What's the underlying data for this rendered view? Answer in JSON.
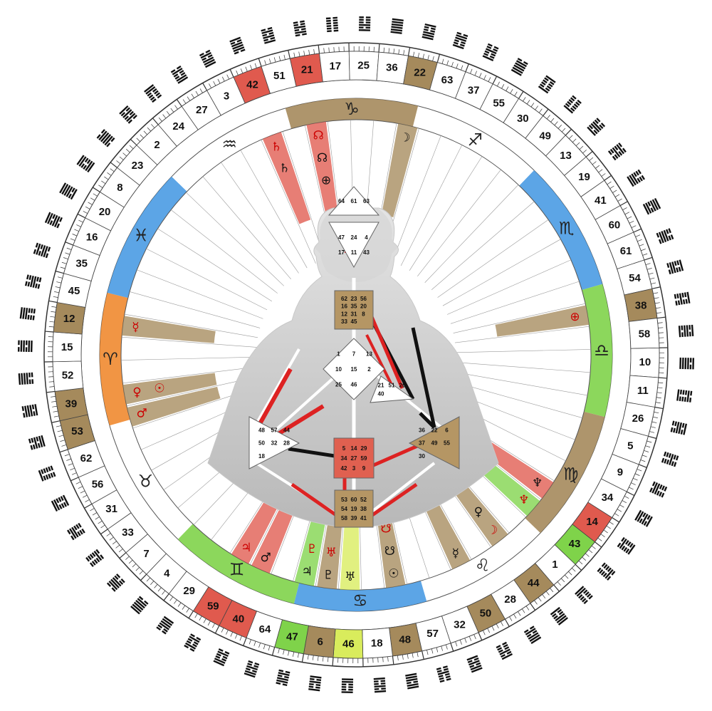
{
  "wheel": {
    "gates": [
      {
        "num": "10",
        "hl": ""
      },
      {
        "num": "11",
        "hl": ""
      },
      {
        "num": "26",
        "hl": ""
      },
      {
        "num": "5",
        "hl": ""
      },
      {
        "num": "9",
        "hl": ""
      },
      {
        "num": "34",
        "hl": ""
      },
      {
        "num": "14",
        "hl": "red"
      },
      {
        "num": "43",
        "hl": "green"
      },
      {
        "num": "1",
        "hl": ""
      },
      {
        "num": "44",
        "hl": "brown"
      },
      {
        "num": "28",
        "hl": ""
      },
      {
        "num": "50",
        "hl": "brown"
      },
      {
        "num": "32",
        "hl": ""
      },
      {
        "num": "57",
        "hl": ""
      },
      {
        "num": "48",
        "hl": "brown"
      },
      {
        "num": "18",
        "hl": ""
      },
      {
        "num": "46",
        "hl": "yellow"
      },
      {
        "num": "6",
        "hl": "brown"
      },
      {
        "num": "47",
        "hl": "green"
      },
      {
        "num": "64",
        "hl": ""
      },
      {
        "num": "40",
        "hl": "red"
      },
      {
        "num": "59",
        "hl": "red"
      },
      {
        "num": "29",
        "hl": ""
      },
      {
        "num": "4",
        "hl": ""
      },
      {
        "num": "7",
        "hl": ""
      },
      {
        "num": "33",
        "hl": ""
      },
      {
        "num": "31",
        "hl": ""
      },
      {
        "num": "56",
        "hl": ""
      },
      {
        "num": "62",
        "hl": ""
      },
      {
        "num": "53",
        "hl": "brown"
      },
      {
        "num": "39",
        "hl": "brown"
      },
      {
        "num": "52",
        "hl": ""
      },
      {
        "num": "15",
        "hl": ""
      },
      {
        "num": "12",
        "hl": "brown"
      },
      {
        "num": "45",
        "hl": ""
      },
      {
        "num": "35",
        "hl": ""
      },
      {
        "num": "16",
        "hl": ""
      },
      {
        "num": "20",
        "hl": ""
      },
      {
        "num": "8",
        "hl": ""
      },
      {
        "num": "23",
        "hl": ""
      },
      {
        "num": "2",
        "hl": ""
      },
      {
        "num": "24",
        "hl": ""
      },
      {
        "num": "27",
        "hl": ""
      },
      {
        "num": "3",
        "hl": ""
      },
      {
        "num": "42",
        "hl": "red"
      },
      {
        "num": "51",
        "hl": ""
      },
      {
        "num": "21",
        "hl": "red"
      },
      {
        "num": "17",
        "hl": ""
      },
      {
        "num": "25",
        "hl": ""
      },
      {
        "num": "36",
        "hl": ""
      },
      {
        "num": "22",
        "hl": "brown"
      },
      {
        "num": "63",
        "hl": ""
      },
      {
        "num": "37",
        "hl": ""
      },
      {
        "num": "55",
        "hl": ""
      },
      {
        "num": "30",
        "hl": ""
      },
      {
        "num": "49",
        "hl": ""
      },
      {
        "num": "13",
        "hl": ""
      },
      {
        "num": "19",
        "hl": ""
      },
      {
        "num": "41",
        "hl": ""
      },
      {
        "num": "60",
        "hl": ""
      },
      {
        "num": "61",
        "hl": ""
      },
      {
        "num": "54",
        "hl": ""
      },
      {
        "num": "38",
        "hl": "brown"
      },
      {
        "num": "58",
        "hl": ""
      }
    ],
    "zodiac": [
      {
        "symbol": "♑",
        "name": "capricorn",
        "color": "brown"
      },
      {
        "symbol": "♐",
        "name": "sagittarius",
        "color": ""
      },
      {
        "symbol": "♏",
        "name": "scorpio",
        "color": "blue"
      },
      {
        "symbol": "♎",
        "name": "libra",
        "color": "green"
      },
      {
        "symbol": "♍",
        "name": "virgo",
        "color": "brown"
      },
      {
        "symbol": "♌",
        "name": "leo",
        "color": ""
      },
      {
        "symbol": "♋",
        "name": "cancer",
        "color": "blue"
      },
      {
        "symbol": "♊",
        "name": "gemini",
        "color": "green"
      },
      {
        "symbol": "♉",
        "name": "taurus",
        "color": ""
      },
      {
        "symbol": "♈",
        "name": "aries",
        "color": "orange"
      },
      {
        "symbol": "♓",
        "name": "pisces",
        "color": "blue"
      },
      {
        "symbol": "♒",
        "name": "aquarius",
        "color": ""
      }
    ],
    "activations": [
      {
        "gate": "38",
        "color": "brown",
        "planets": [
          {
            "symbol": "⊕",
            "color": "#cc0000"
          }
        ]
      },
      {
        "gate": "14",
        "color": "red",
        "planets": [
          {
            "symbol": "♆",
            "color": "#111111"
          }
        ]
      },
      {
        "gate": "43",
        "color": "green",
        "planets": [
          {
            "symbol": "♆",
            "color": "#cc0000"
          }
        ]
      },
      {
        "gate": "44",
        "color": "brown",
        "planets": [
          {
            "symbol": "☽",
            "color": "#cc0000"
          },
          {
            "symbol": "♀",
            "color": "#111111"
          }
        ]
      },
      {
        "gate": "50",
        "color": "brown",
        "planets": [
          {
            "symbol": "☿",
            "color": "#111111"
          }
        ]
      },
      {
        "gate": "48",
        "color": "brown",
        "planets": [
          {
            "symbol": "☉",
            "color": "#111111"
          },
          {
            "symbol": "☋",
            "color": "#111111"
          },
          {
            "symbol": "☋",
            "color": "#cc0000"
          }
        ]
      },
      {
        "gate": "46",
        "color": "yellow",
        "planets": [
          {
            "symbol": "♅",
            "color": "#111111"
          }
        ]
      },
      {
        "gate": "6",
        "color": "brown",
        "planets": [
          {
            "symbol": "♇",
            "color": "#111111"
          },
          {
            "symbol": "♅",
            "color": "#cc0000"
          }
        ]
      },
      {
        "gate": "47",
        "color": "green",
        "planets": [
          {
            "symbol": "♃",
            "color": "#111111"
          },
          {
            "symbol": "♇",
            "color": "#cc0000"
          }
        ]
      },
      {
        "gate": "40",
        "color": "red",
        "planets": [
          {
            "symbol": "♂",
            "color": "#111111"
          }
        ]
      },
      {
        "gate": "59",
        "color": "red",
        "planets": [
          {
            "symbol": "♃",
            "color": "#cc0000"
          }
        ]
      },
      {
        "gate": "39",
        "color": "brown",
        "planets": [
          {
            "symbol": "♀",
            "color": "#cc0000"
          },
          {
            "symbol": "☉",
            "color": "#cc0000"
          }
        ]
      },
      {
        "gate": "53",
        "color": "brown",
        "planets": [
          {
            "symbol": "♂",
            "color": "#cc0000"
          }
        ]
      },
      {
        "gate": "12",
        "color": "brown",
        "planets": [
          {
            "symbol": "☿",
            "color": "#cc0000"
          }
        ]
      },
      {
        "gate": "42",
        "color": "red",
        "planets": [
          {
            "symbol": "♄",
            "color": "#cc0000"
          },
          {
            "symbol": "♄",
            "color": "#111111"
          }
        ]
      },
      {
        "gate": "21",
        "color": "red",
        "planets": [
          {
            "symbol": "☊",
            "color": "#cc0000"
          },
          {
            "symbol": "☊",
            "color": "#111111"
          },
          {
            "symbol": "⊕",
            "color": "#111111"
          }
        ]
      },
      {
        "gate": "22",
        "color": "brown",
        "planets": [
          {
            "symbol": "☽",
            "color": "#111111"
          }
        ]
      }
    ]
  },
  "bodygraph": {
    "centers": [
      {
        "name": "head",
        "numbers": [
          "64",
          "61",
          "63"
        ],
        "defined": false
      },
      {
        "name": "ajna",
        "numbers": [
          "47",
          "24",
          "4",
          "17",
          "11",
          "43"
        ],
        "defined": false
      },
      {
        "name": "throat",
        "numbers": [
          "62",
          "23",
          "56",
          "16",
          "35",
          "20",
          "12",
          "31",
          "8",
          "33",
          "45"
        ],
        "defined": true
      },
      {
        "name": "g-center",
        "numbers": [
          "1",
          "7",
          "13",
          "10",
          "15",
          "2",
          "25",
          "46"
        ],
        "defined": false
      },
      {
        "name": "heart",
        "numbers": [
          "21",
          "51",
          "26",
          "40"
        ],
        "defined": false
      },
      {
        "name": "spleen",
        "numbers": [
          "48",
          "57",
          "44",
          "50",
          "32",
          "28",
          "18"
        ],
        "defined": false
      },
      {
        "name": "sacral",
        "numbers": [
          "5",
          "14",
          "29",
          "34",
          "27",
          "59",
          "42",
          "3",
          "9"
        ],
        "defined": true
      },
      {
        "name": "solar-plexus",
        "numbers": [
          "36",
          "22",
          "6",
          "37",
          "49",
          "55",
          "30"
        ],
        "defined": true
      },
      {
        "name": "root",
        "numbers": [
          "53",
          "60",
          "52",
          "54",
          "19",
          "38",
          "58",
          "39",
          "41"
        ],
        "defined": true
      }
    ]
  }
}
